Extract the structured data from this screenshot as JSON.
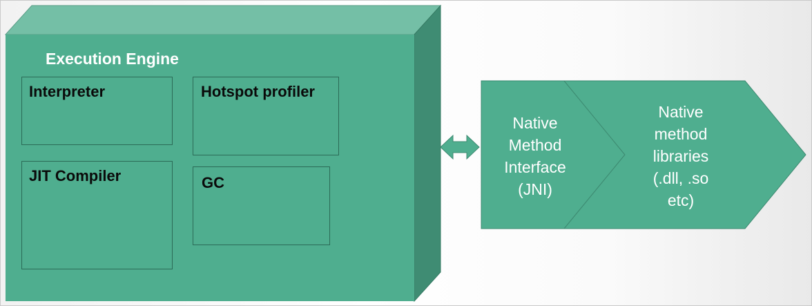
{
  "engine": {
    "title": "Execution Engine",
    "components": {
      "interpreter": "Interpreter",
      "hotspot_profiler": "Hotspot profiler",
      "jit_compiler": "JIT Compiler",
      "gc": "GC"
    }
  },
  "native_interface": {
    "line1": "Native",
    "line2": "Method",
    "line3": "Interface",
    "line4": "(JNI)"
  },
  "native_libraries": {
    "line1": "Native",
    "line2": "method",
    "line3": "libraries",
    "line4": "(.dll, .so",
    "line5": "etc)"
  },
  "colors": {
    "front": "#4fae8f",
    "top": "#74bfa6",
    "side": "#3d8a71",
    "chevron": "#4fae8f",
    "arrow": "#4fae8f"
  },
  "icons": {
    "connector": "double-arrow-icon"
  }
}
